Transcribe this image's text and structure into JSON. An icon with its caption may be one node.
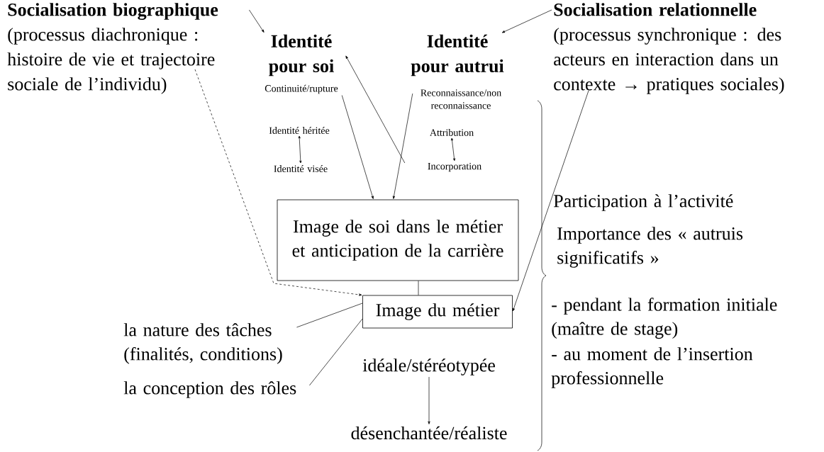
{
  "diagram": {
    "nodes": [
      {
        "text": [
          "Socialisation biographique",
          "(processus diachronique : histoire de vie et trajectoire sociale de l’individu)"
        ]
      },
      {
        "text": [
          "Identité pour soi"
        ]
      },
      {
        "text": [
          "Identité pour autrui"
        ]
      },
      {
        "text": [
          "Socialisation relationnelle",
          "(processus synchronique : des acteurs en interaction dans un contexte → pratiques sociales)"
        ]
      },
      {
        "text": [
          "Continuité/rupture"
        ]
      },
      {
        "text": [
          "Reconnaissance/non reconnaissance"
        ]
      },
      {
        "text": [
          "Identité héritée"
        ]
      },
      {
        "text": [
          "Identité visée"
        ]
      },
      {
        "text": [
          "Attribution"
        ]
      },
      {
        "text": [
          "Incorporation"
        ]
      },
      {
        "text": [
          "Image de soi dans le métier et anticipation de la carrière"
        ]
      },
      {
        "text": [
          "Image du métier"
        ]
      },
      {
        "text": [
          "la nature des tâches (finalités, conditions)"
        ]
      },
      {
        "text": [
          "la conception des rôles"
        ]
      },
      {
        "text": [
          "idéale/stéréotypée"
        ]
      },
      {
        "text": [
          "désenchantée/réaliste"
        ]
      }
    ],
    "edges": [
      {
        "from": 0,
        "to": 1,
        "arrow": "to"
      },
      {
        "from": 3,
        "to": 2,
        "arrow": "to"
      },
      {
        "from": 4,
        "to": 10,
        "arrow": "to"
      },
      {
        "from": 5,
        "to": 10,
        "arrow": "to"
      },
      {
        "from": 9,
        "to": 1,
        "arrow": "to"
      },
      {
        "from": 6,
        "to": 7,
        "arrow": "both"
      },
      {
        "from": 8,
        "to": 9,
        "arrow": "both"
      },
      {
        "from": 0,
        "to": 11,
        "arrow": "to",
        "style": "dashed"
      },
      {
        "from": 3,
        "to": 11,
        "arrow": "to"
      },
      {
        "from": 10,
        "to": 11,
        "arrow": "none"
      },
      {
        "from": 12,
        "to": 11,
        "arrow": "none"
      },
      {
        "from": 13,
        "to": 11,
        "arrow": "none"
      },
      {
        "from": 14,
        "to": 15,
        "arrow": "to"
      }
    ],
    "labels": [
      "Participation à l’activité",
      "Importance des « autruis significatifs »",
      "- pendant la formation initiale (maître de stage)",
      "- au moment de l’insertion professionnelle"
    ]
  }
}
